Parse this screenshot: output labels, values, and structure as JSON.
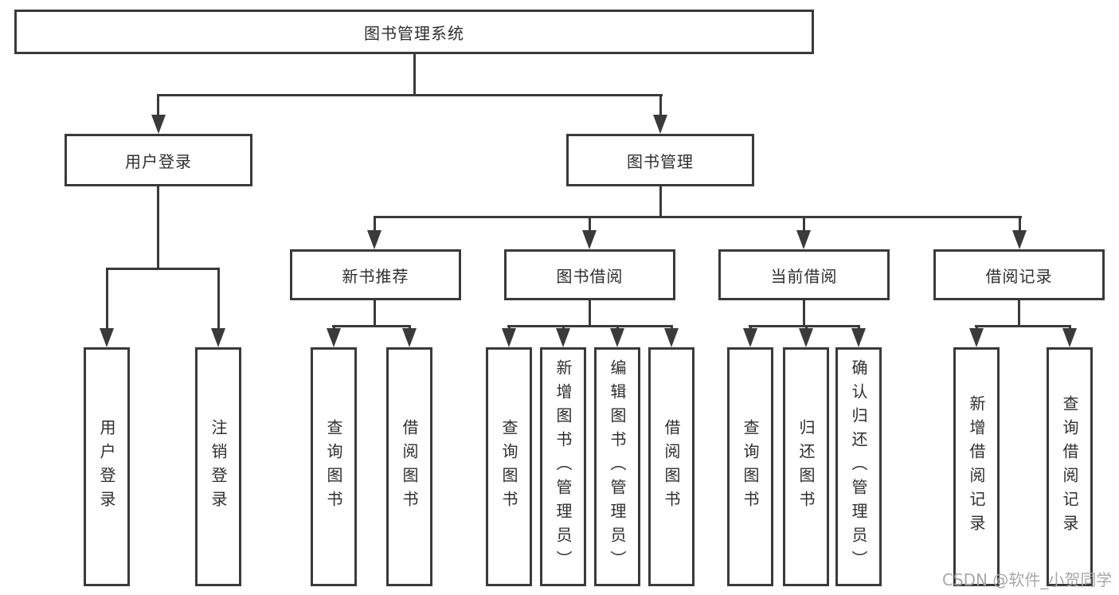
{
  "diagram": {
    "title": "图书管理系统",
    "branches": [
      {
        "label": "用户登录",
        "children": [
          {
            "label": "用户登录"
          },
          {
            "label": "注销登录"
          }
        ]
      },
      {
        "label": "图书管理",
        "children": [
          {
            "label": "新书推荐",
            "children": [
              {
                "label": "查询图书"
              },
              {
                "label": "借阅图书"
              }
            ]
          },
          {
            "label": "图书借阅",
            "children": [
              {
                "label": "查询图书"
              },
              {
                "label": "新增图书（管理员）"
              },
              {
                "label": "编辑图书（管理员）"
              },
              {
                "label": "借阅图书"
              }
            ]
          },
          {
            "label": "当前借阅",
            "children": [
              {
                "label": "查询图书"
              },
              {
                "label": "归还图书"
              },
              {
                "label": "确认归还（管理员）"
              }
            ]
          },
          {
            "label": "借阅记录",
            "children": [
              {
                "label": "新增借阅记录"
              },
              {
                "label": "查询借阅记录"
              }
            ]
          }
        ]
      }
    ]
  },
  "watermark": {
    "text": "CSDN @软件_小贺同学"
  },
  "colors": {
    "line": "#3a3a3a",
    "text": "#2e2e2e",
    "watermark_gray": "#a8a8a8"
  }
}
